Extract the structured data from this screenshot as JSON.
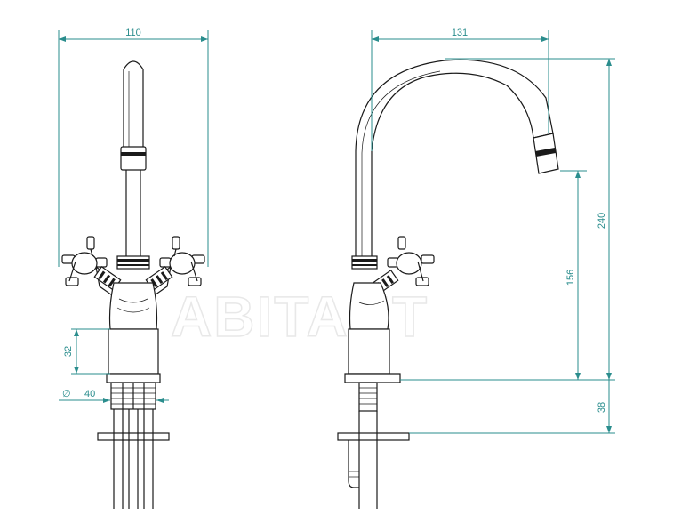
{
  "watermark": "ABITANT",
  "front_view": {
    "width_dim": "110",
    "base_height_dim": "32",
    "diameter_symbol": "∅",
    "diameter_dim": "40"
  },
  "side_view": {
    "reach_dim": "131",
    "total_height_dim": "240",
    "spout_height_dim": "156",
    "deck_dim": "38"
  },
  "colors": {
    "dimension": "#2a8d8d",
    "outline": "#1a1a1a",
    "watermark": "#e8e8e8"
  }
}
